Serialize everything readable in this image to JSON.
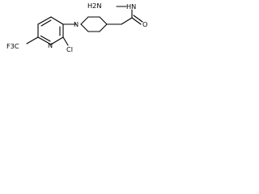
{
  "molecule": {
    "atoms": {
      "cf3": "F3C",
      "cl": "Cl",
      "n_pyridine": "N",
      "n_piperidine": "N",
      "hydrazide_nh": "HN",
      "hydrazide_nh2": "H2N",
      "carbonyl_o": "O"
    }
  }
}
